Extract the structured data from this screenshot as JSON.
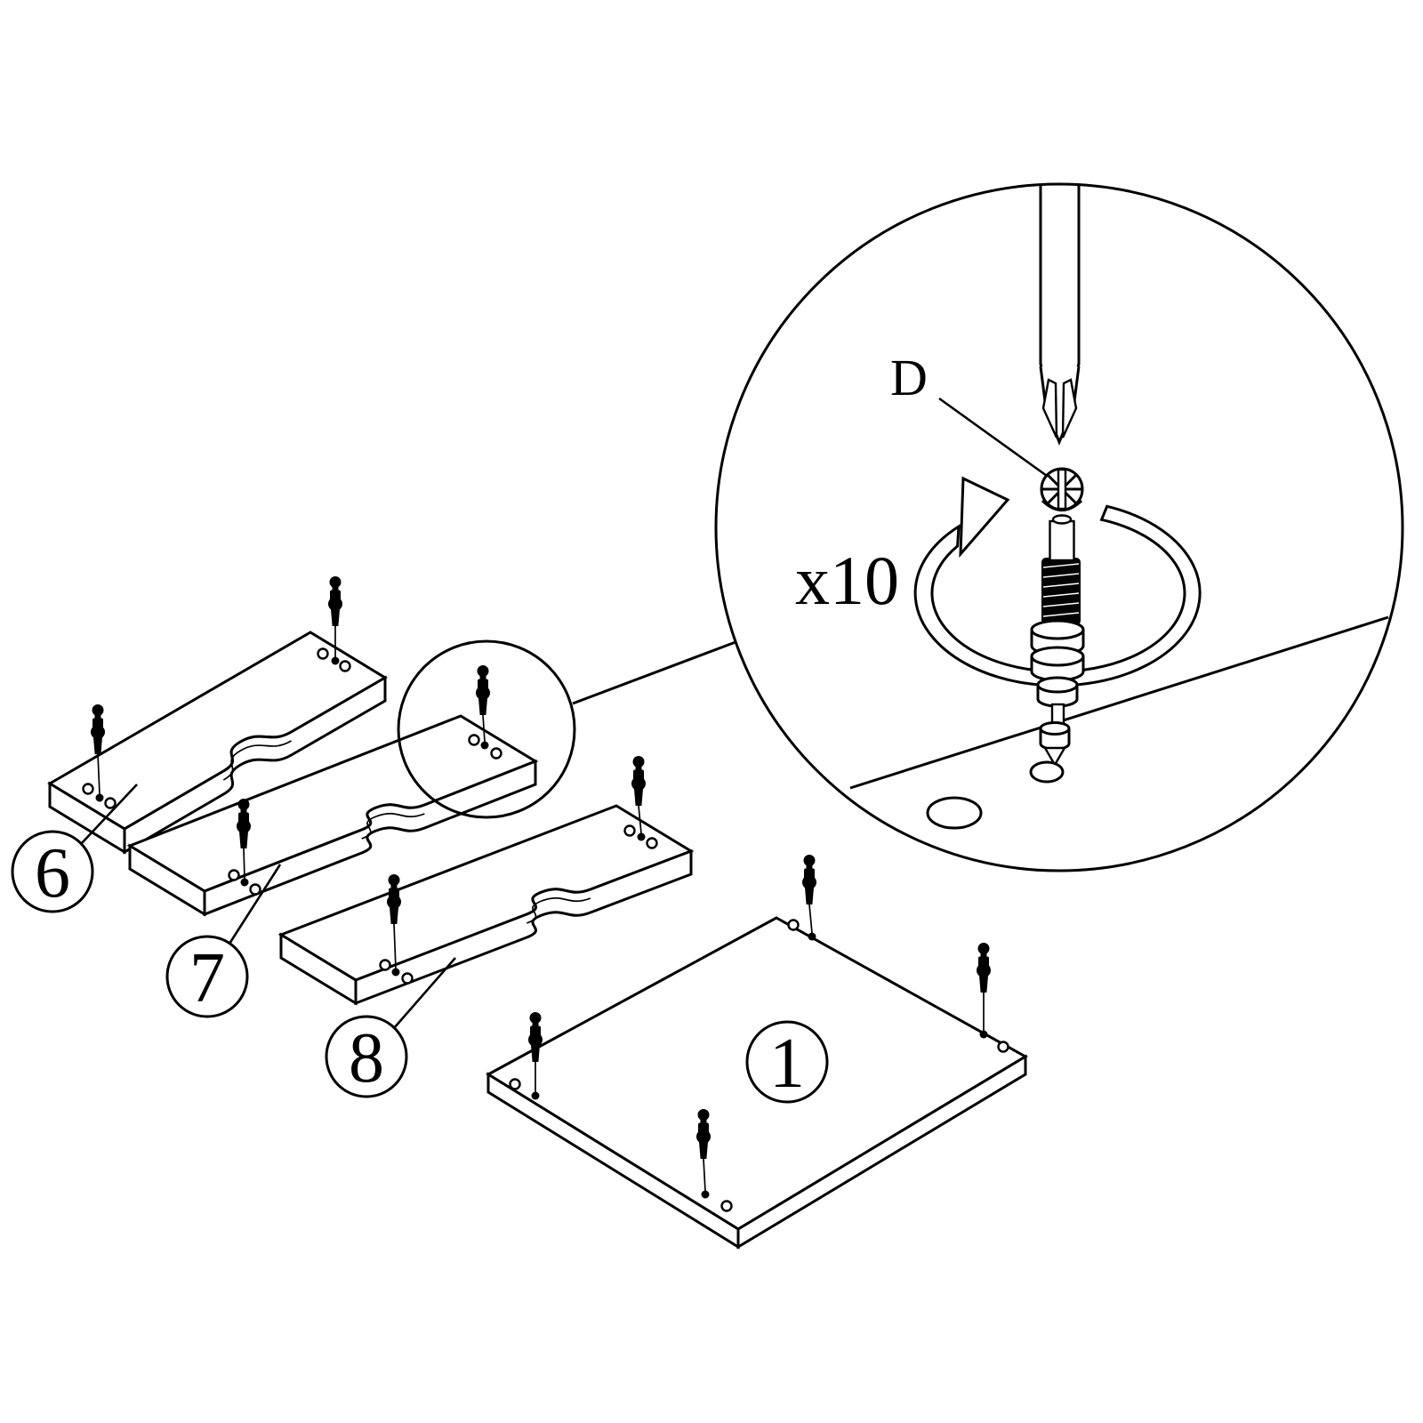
{
  "figure": {
    "kind": "furniture-assembly-instruction-step",
    "paper_color": "#ffffff",
    "ink_color": "#000000"
  },
  "callout": {
    "fastener_label": "D",
    "quantity": "x10",
    "tool": "phillips-screwdriver-icon"
  },
  "parts": [
    {
      "label": "1",
      "kind": "bottom-panel",
      "screws": 4
    },
    {
      "label": "6",
      "kind": "rail",
      "screws": 2
    },
    {
      "label": "7",
      "kind": "rail",
      "screws": 2
    },
    {
      "label": "8",
      "kind": "rail",
      "screws": 2
    }
  ]
}
